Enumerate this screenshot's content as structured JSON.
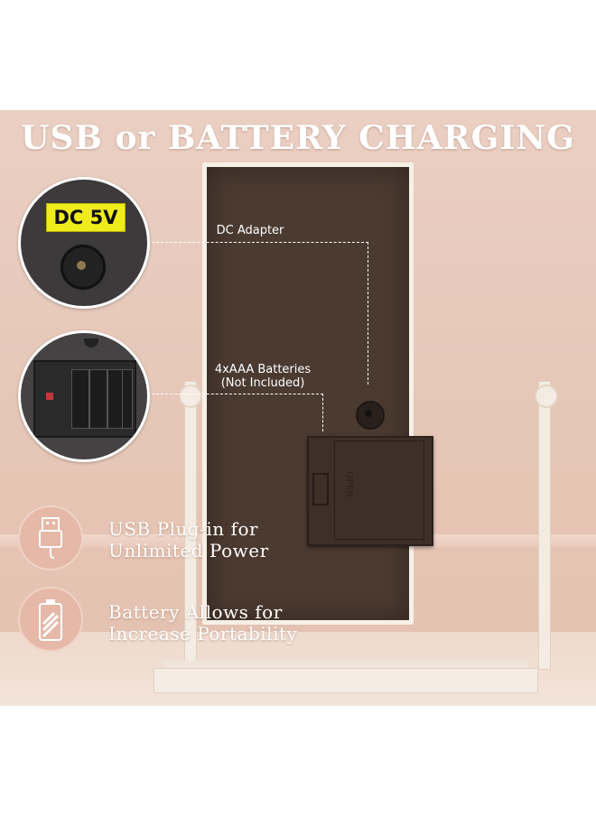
{
  "heading": "USB or BATTERY CHARGING",
  "callouts": {
    "dc_sticker": "DC 5V",
    "dc_adapter": "DC Adapter",
    "batteries_line1": "4xAAA Batteries",
    "batteries_line2": "(Not Included)"
  },
  "features": [
    {
      "line1": "USB Plug-in for",
      "line2": "Unlimited Power",
      "icon": "usb-plug-icon"
    },
    {
      "line1": "Battery Allows for",
      "line2": "Increase Portability",
      "icon": "battery-icon"
    }
  ],
  "battery_box_label": "OPEN",
  "colors": {
    "background": "#e8c9bb",
    "mirror_panel": "#4b3a30",
    "frame": "#f7f0e7",
    "sticker": "#f0ec1c",
    "accent_icon": "#e5b8a8"
  }
}
